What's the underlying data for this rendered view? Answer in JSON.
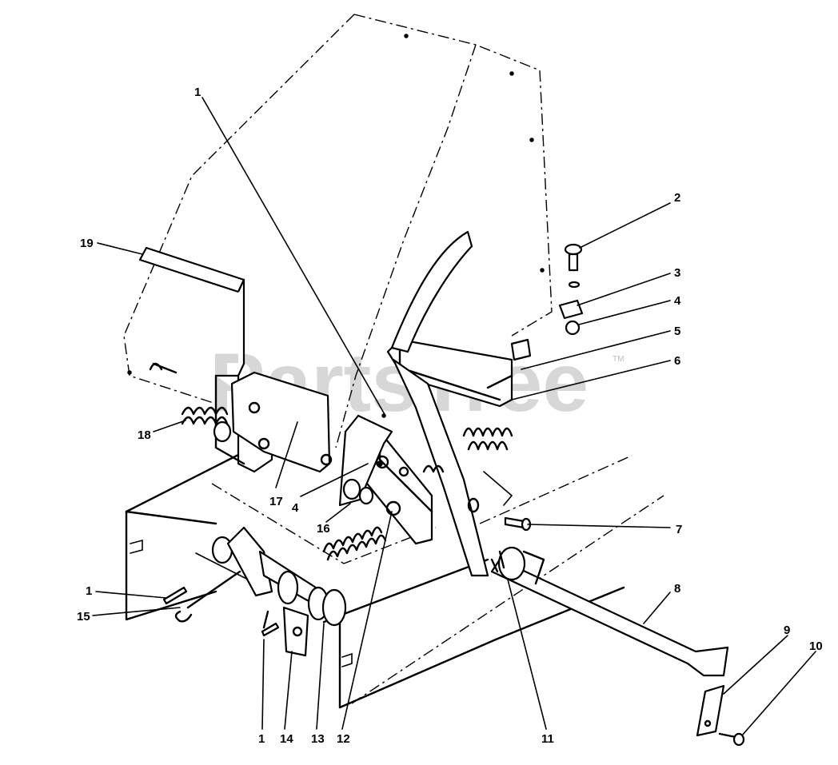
{
  "watermark": {
    "text": "PartsTree",
    "trademark": "TM"
  },
  "callouts": [
    {
      "id": "c1-top",
      "label": "1"
    },
    {
      "id": "c2",
      "label": "2"
    },
    {
      "id": "c3",
      "label": "3"
    },
    {
      "id": "c4-right",
      "label": "4"
    },
    {
      "id": "c5",
      "label": "5"
    },
    {
      "id": "c6",
      "label": "6"
    },
    {
      "id": "c19",
      "label": "19"
    },
    {
      "id": "c18",
      "label": "18"
    },
    {
      "id": "c17",
      "label": "17"
    },
    {
      "id": "c4-left",
      "label": "4"
    },
    {
      "id": "c16",
      "label": "16"
    },
    {
      "id": "c7",
      "label": "7"
    },
    {
      "id": "c8",
      "label": "8"
    },
    {
      "id": "c1-left",
      "label": "1"
    },
    {
      "id": "c15",
      "label": "15"
    },
    {
      "id": "c9",
      "label": "9"
    },
    {
      "id": "c10",
      "label": "10"
    },
    {
      "id": "c1-bottom",
      "label": "1"
    },
    {
      "id": "c14",
      "label": "14"
    },
    {
      "id": "c13",
      "label": "13"
    },
    {
      "id": "c12",
      "label": "12"
    },
    {
      "id": "c11",
      "label": "11"
    }
  ]
}
